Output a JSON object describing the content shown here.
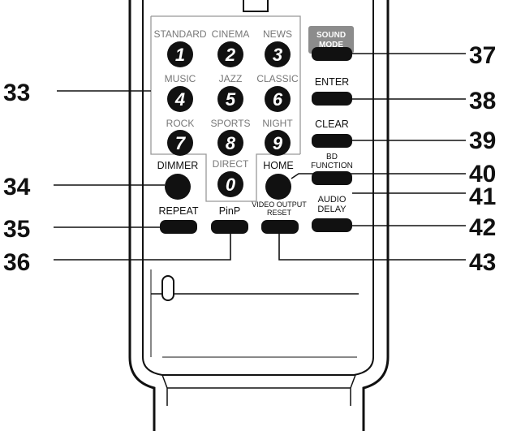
{
  "remote": {
    "numeric_keys": [
      {
        "digit": "1",
        "label": "STANDARD"
      },
      {
        "digit": "2",
        "label": "CINEMA"
      },
      {
        "digit": "3",
        "label": "NEWS"
      },
      {
        "digit": "4",
        "label": "MUSIC"
      },
      {
        "digit": "5",
        "label": "JAZZ"
      },
      {
        "digit": "6",
        "label": "CLASSIC"
      },
      {
        "digit": "7",
        "label": "ROCK"
      },
      {
        "digit": "8",
        "label": "SPORTS"
      },
      {
        "digit": "9",
        "label": "NIGHT"
      },
      {
        "digit": "0",
        "label": "DIRECT"
      }
    ],
    "buttons": {
      "sound_mode_line1": "SOUND",
      "sound_mode_line2": "MODE",
      "enter": "ENTER",
      "clear": "CLEAR",
      "bd_function_line1": "BD",
      "bd_function_line2": "FUNCTION",
      "dimmer": "DIMMER",
      "home": "HOME",
      "audio_delay_line1": "AUDIO",
      "audio_delay_line2": "DELAY",
      "repeat": "REPEAT",
      "pinp": "PinP",
      "video_output_reset_line1": "VIDEO OUTPUT",
      "video_output_reset_line2": "RESET"
    }
  },
  "callouts": {
    "n33": "33",
    "n34": "34",
    "n35": "35",
    "n36": "36",
    "n37": "37",
    "n38": "38",
    "n39": "39",
    "n40": "40",
    "n41": "41",
    "n42": "42",
    "n43": "43"
  }
}
